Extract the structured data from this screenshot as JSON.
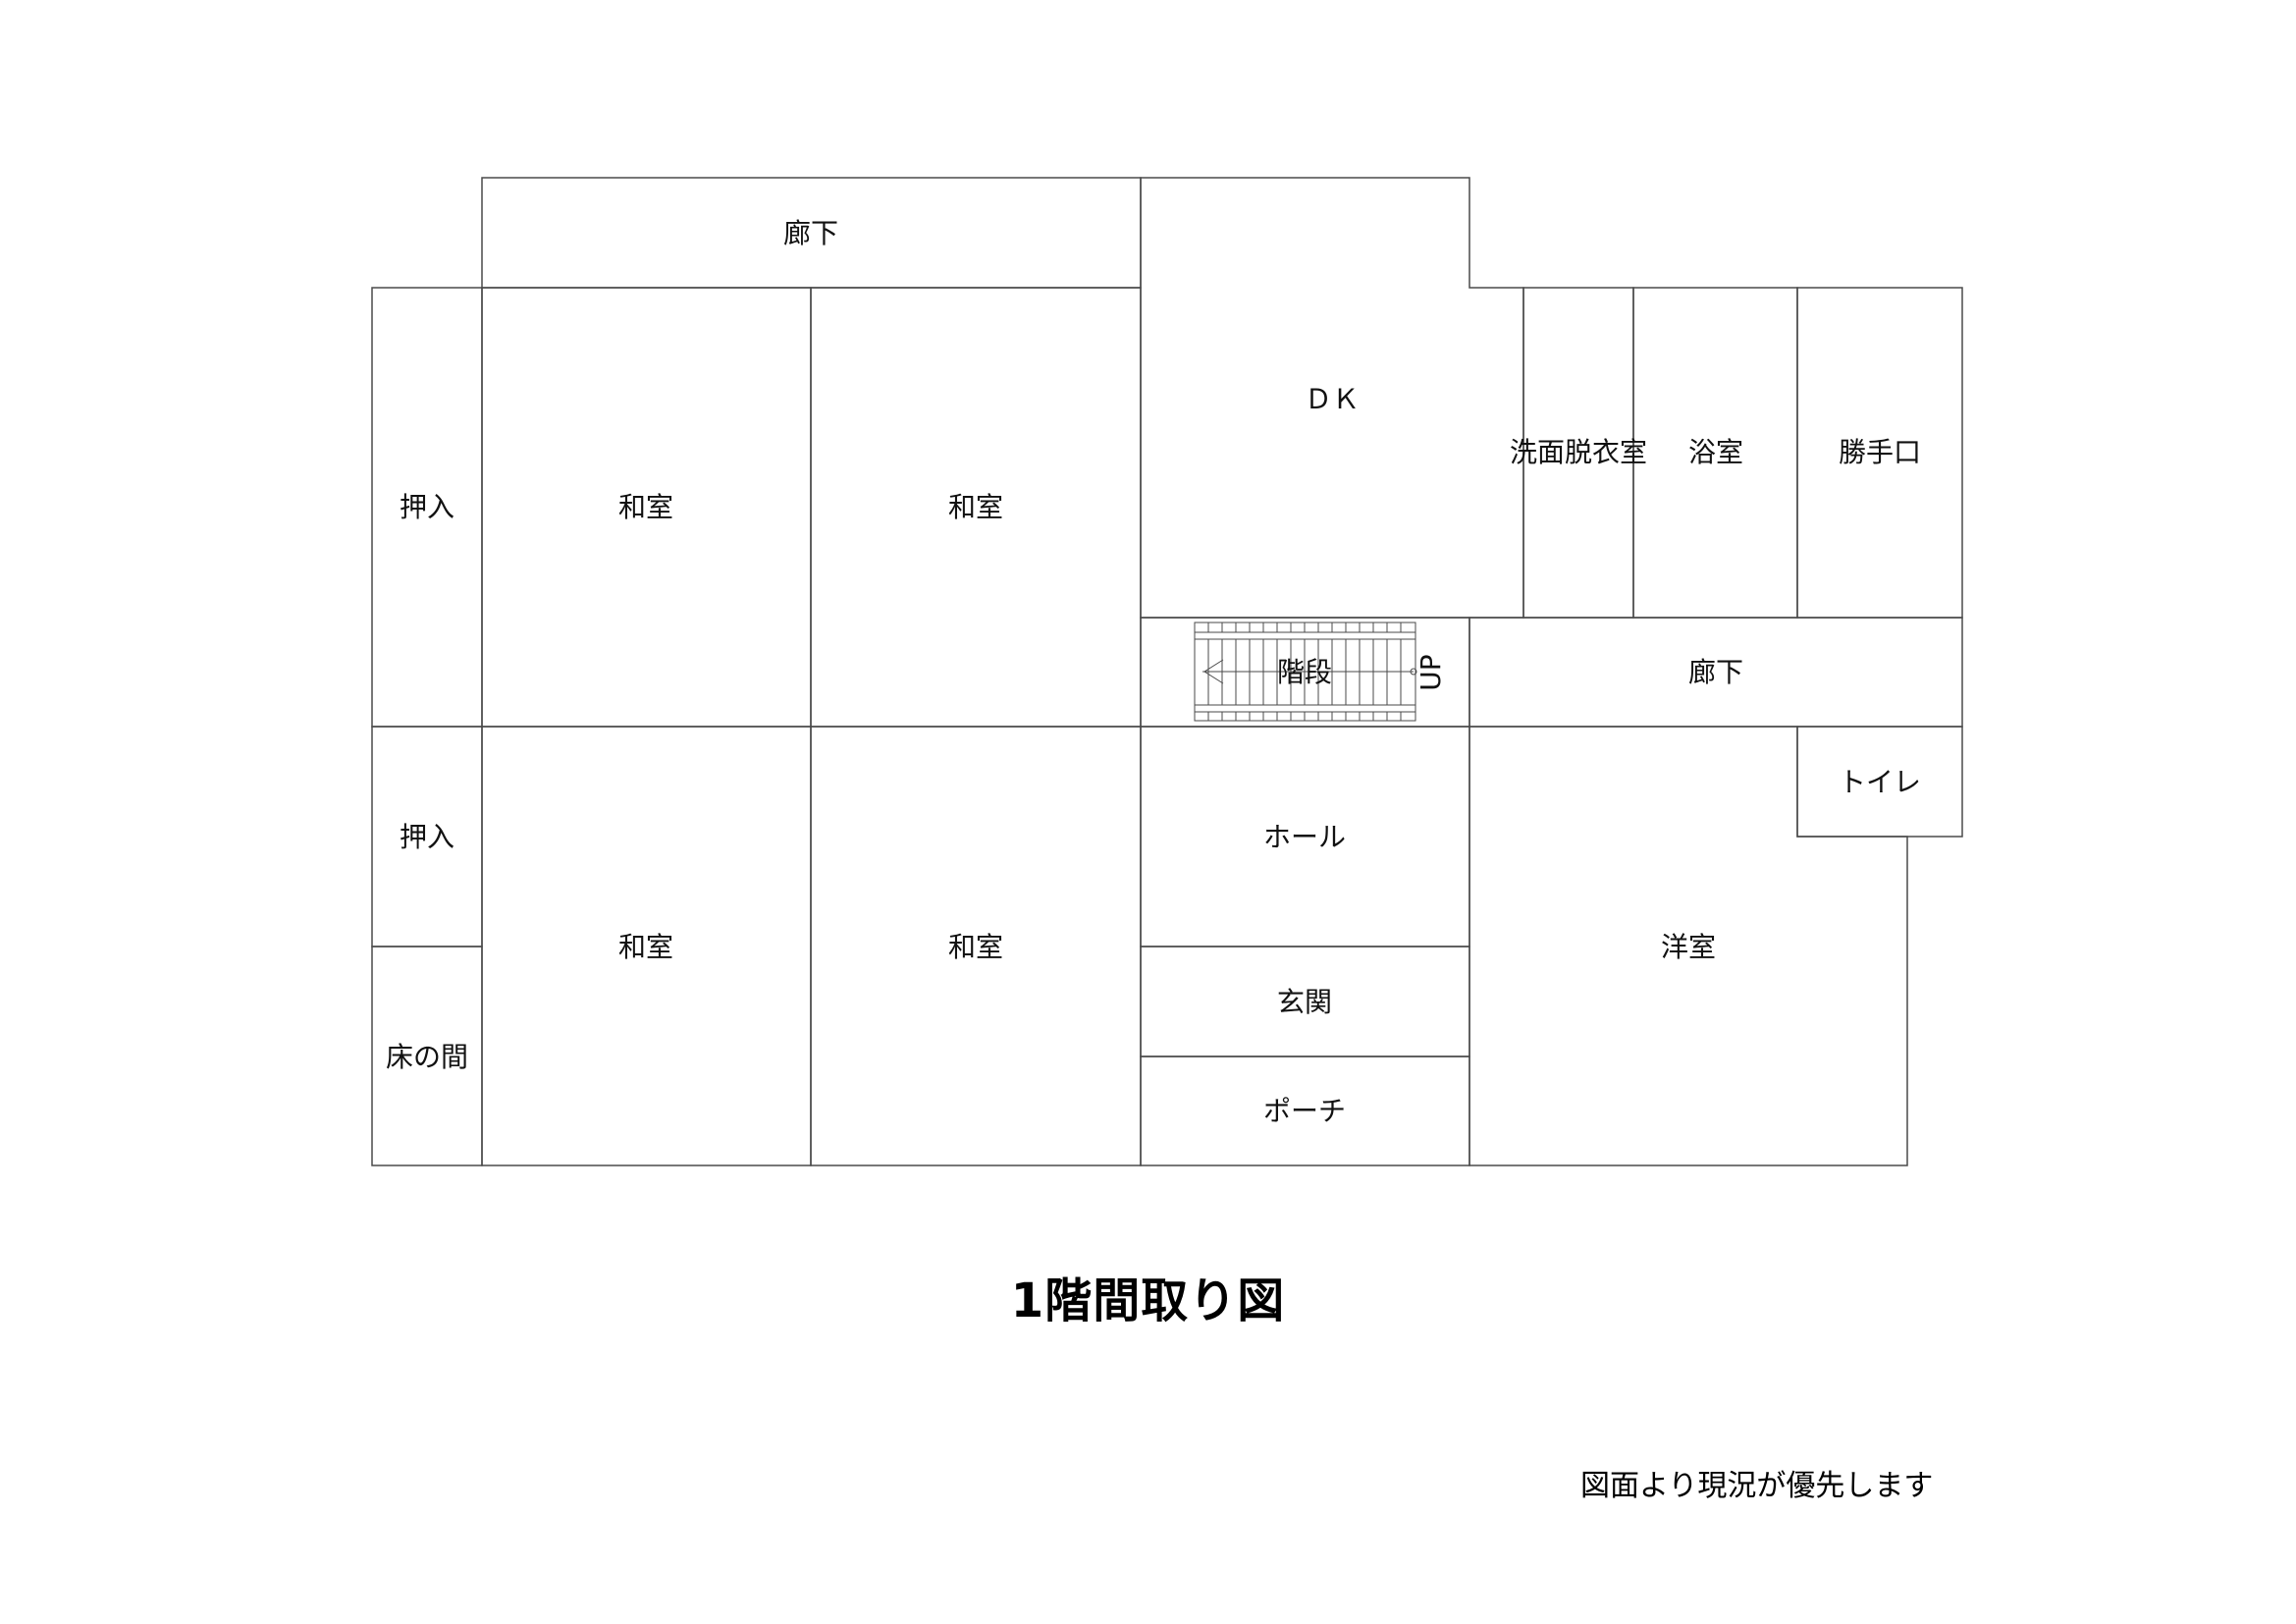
{
  "title": "1階間取り図",
  "note": "図面より現況が優先します",
  "rooms": {
    "corridor_top": "廊下",
    "oshiire_1": "押入",
    "washitsu_1": "和室",
    "washitsu_2": "和室",
    "dk": "ＤＫ",
    "senmen": "洗面脱衣室",
    "yokushitsu": "浴室",
    "katteguchi": "勝手口",
    "kaidan": "階段",
    "stair_up": "UP",
    "corridor_right": "廊下",
    "oshiire_2": "押入",
    "tokonoma": "床の間",
    "washitsu_3": "和室",
    "washitsu_4": "和室",
    "hall": "ホール",
    "genkan": "玄関",
    "porch": "ポーチ",
    "toilet": "トイレ",
    "youshitsu": "洋室"
  }
}
